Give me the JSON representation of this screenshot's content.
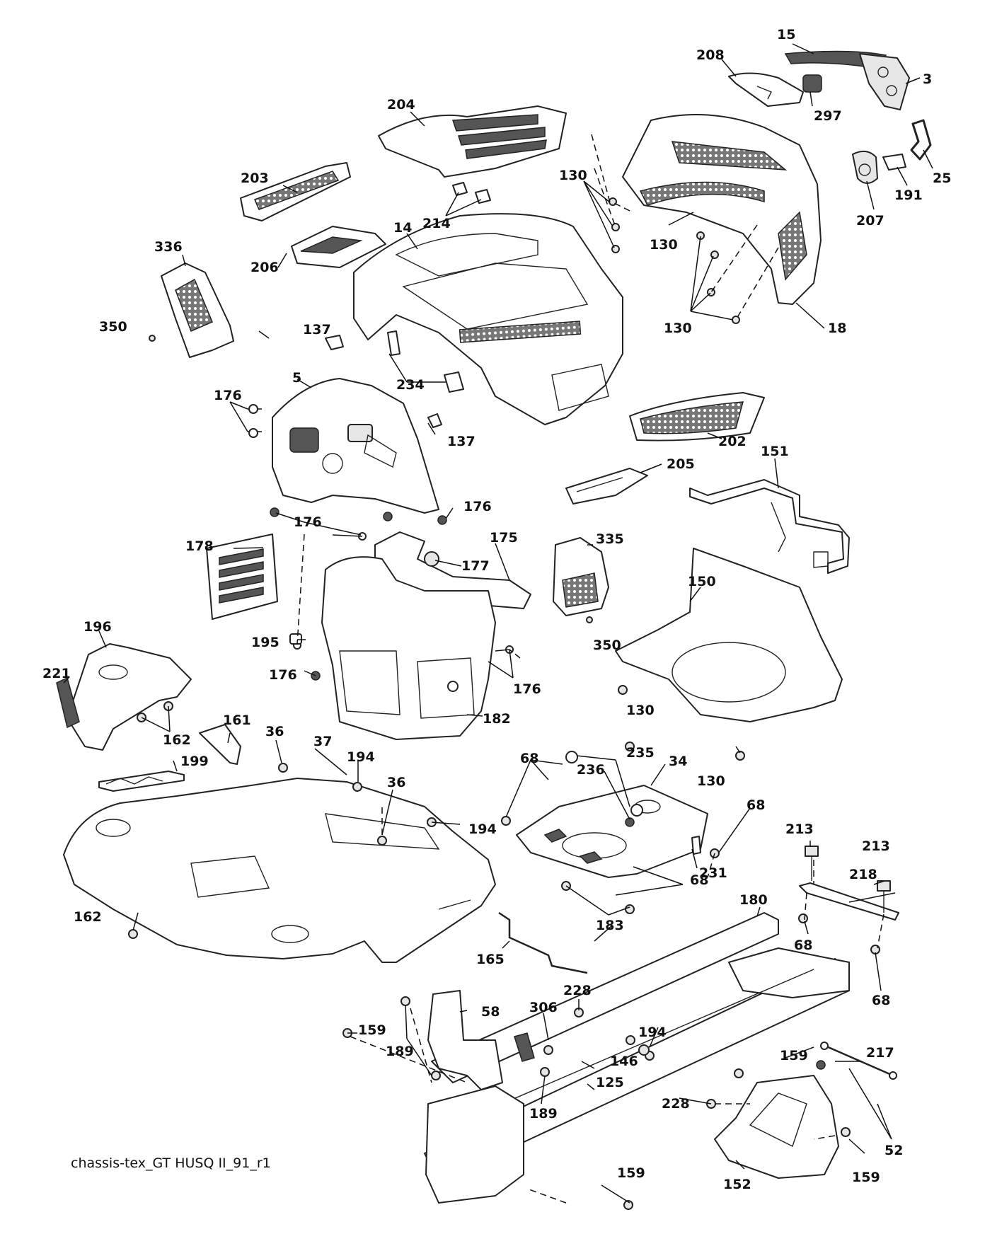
{
  "caption": "chassis-tex_GT HUSQ II_91_r1",
  "callouts": [
    "15",
    "208",
    "3",
    "297",
    "204",
    "25",
    "191",
    "207",
    "203",
    "214",
    "14",
    "130",
    "336",
    "206",
    "18",
    "350",
    "137",
    "234",
    "5",
    "176",
    "202",
    "205",
    "151",
    "178",
    "175",
    "177",
    "335",
    "150",
    "196",
    "195",
    "221",
    "162",
    "161",
    "182",
    "36",
    "37",
    "194",
    "199",
    "235",
    "34",
    "236",
    "68",
    "213",
    "218",
    "231",
    "183",
    "180",
    "165",
    "58",
    "228",
    "306",
    "189",
    "146",
    "125",
    "159",
    "217",
    "52",
    "152"
  ]
}
